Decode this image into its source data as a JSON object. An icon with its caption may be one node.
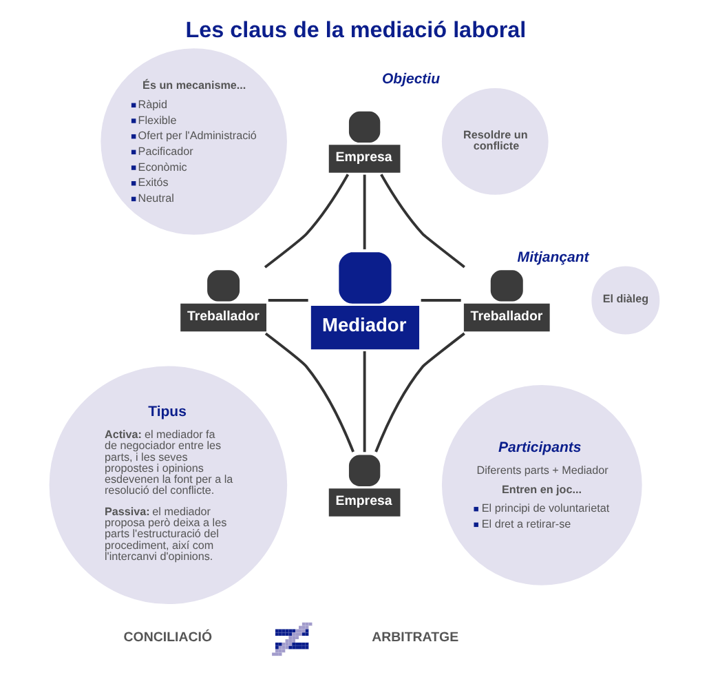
{
  "diagram": {
    "title": "Les claus de la mediació laboral",
    "nodes": [
      {
        "text": [
          "És un mecanisme...",
          "Ràpid",
          "Flexible",
          "Ofert per l'Administració",
          "Pacificador",
          "Econòmic",
          "Exitós",
          "Neutral"
        ]
      },
      {
        "text": [
          "Objectiu",
          "Resoldre un conflicte"
        ]
      },
      {
        "text": [
          "Empresa"
        ]
      },
      {
        "text": [
          "Mitjançant",
          "El diàleg"
        ]
      },
      {
        "text": [
          "Treballador"
        ]
      },
      {
        "text": [
          "Mediador"
        ]
      },
      {
        "text": [
          "Treballador"
        ]
      },
      {
        "text": [
          "Tipus",
          "**Activa:** el mediador fa de negociador entre les parts, i les seves propostes i opinions esdevenen la font per a la resolució del conflicte.",
          "**Passiva:** el mediador proposa però deixa a les parts l'estructuració del procediment, així com l'intercanvi d'opinions."
        ]
      },
      {
        "text": [
          "Empresa"
        ]
      },
      {
        "text": [
          "Participants",
          "Diferents parts + Mediador",
          "Entren en joc...",
          "El principi de voluntarietat",
          "El dret a retirar-se"
        ]
      }
    ],
    "edges": [
      {
        "from": 2,
        "to": 4,
        "arrow": "none"
      },
      {
        "from": 2,
        "to": 6,
        "arrow": "none"
      },
      {
        "from": 2,
        "to": 5,
        "arrow": "none"
      },
      {
        "from": 4,
        "to": 5,
        "arrow": "none"
      },
      {
        "from": 5,
        "to": 6,
        "arrow": "none"
      },
      {
        "from": 5,
        "to": 8,
        "arrow": "none"
      },
      {
        "from": 4,
        "to": 8,
        "arrow": "none"
      },
      {
        "from": 6,
        "to": 8,
        "arrow": "none"
      }
    ],
    "labels": [
      "CONCILIACIÓ",
      "ARBITRATGE"
    ]
  }
}
